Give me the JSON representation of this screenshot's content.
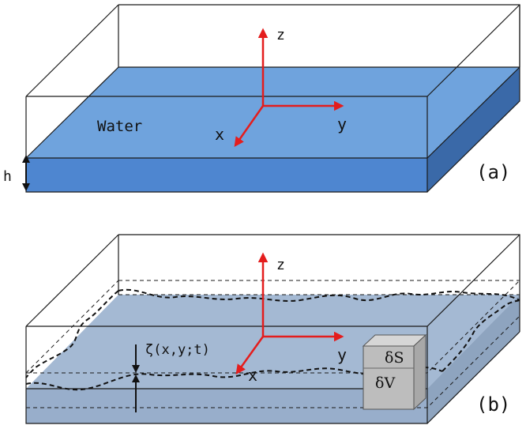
{
  "panel_a": {
    "water_label": "Water",
    "axis_x": "x",
    "axis_y": "y",
    "axis_z": "z",
    "depth_label": "h",
    "panel_label": "(a)"
  },
  "panel_b": {
    "axis_x": "x",
    "axis_y": "y",
    "axis_z": "z",
    "elevation_label": "ζ(x,y;t)",
    "surface_element_label": "δS",
    "volume_element_label": "δV",
    "panel_label": "(b)"
  },
  "colors": {
    "water_top_a": "#6fa3dd",
    "water_front_a": "#4e86d0",
    "water_side_a": "#3a69a8",
    "water_b": "#a4b9d3",
    "water_b_side": "#8ea4bf",
    "axes": "#e41d1d",
    "outline": "#1a1a1a",
    "cube": "#bdbdbd"
  }
}
